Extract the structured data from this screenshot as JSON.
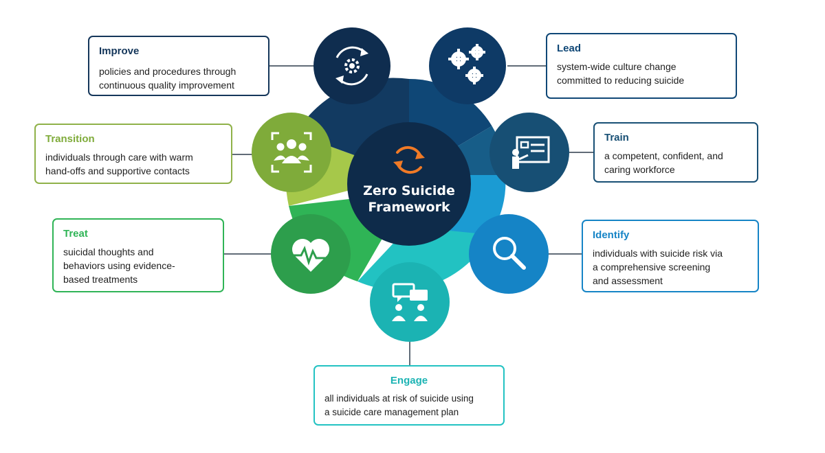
{
  "center": {
    "title_line1": "Zero Suicide",
    "title_line2": "Framework",
    "icon": "refresh-cycle-icon"
  },
  "colors": {
    "navy": "#0e2b4a",
    "orange": "#f07a26",
    "lead": "#0f4776",
    "train": "#175d88",
    "identify": "#1b9bd3",
    "engage": "#22c2c2",
    "treat": "#2fb456",
    "transition": "#7fab3a",
    "transition_light": "#a6c84a",
    "improve": "#123a61"
  },
  "elements": {
    "improve": {
      "title": "Improve",
      "line1": "policies and procedures through",
      "line2": "continuous quality improvement",
      "line3": "",
      "icon": "gear-cycle-icon"
    },
    "lead": {
      "title": "Lead",
      "line1": "system-wide culture change",
      "line2": "committed to reducing suicide",
      "line3": "",
      "icon": "gears-icon"
    },
    "transition": {
      "title": "Transition",
      "line1": "individuals through care with warm",
      "line2": "hand-offs and supportive contacts",
      "line3": "",
      "icon": "group-people-icon"
    },
    "train": {
      "title": "Train",
      "line1": "a competent, confident, and",
      "line2": "caring workforce",
      "line3": "",
      "icon": "presentation-board-icon"
    },
    "treat": {
      "title": "Treat",
      "line1": "suicidal thoughts and",
      "line2": "behaviors using evidence-",
      "line3": "based treatments",
      "icon": "heartbeat-icon"
    },
    "identify": {
      "title": "Identify",
      "line1": "individuals with suicide risk via",
      "line2": "a comprehensive screening",
      "line3": "and assessment",
      "icon": "magnifier-icon"
    },
    "engage": {
      "title": "Engage",
      "line1": "all individuals at risk of suicide using",
      "line2": "a suicide care management plan",
      "line3": "",
      "icon": "conversation-icon"
    }
  }
}
